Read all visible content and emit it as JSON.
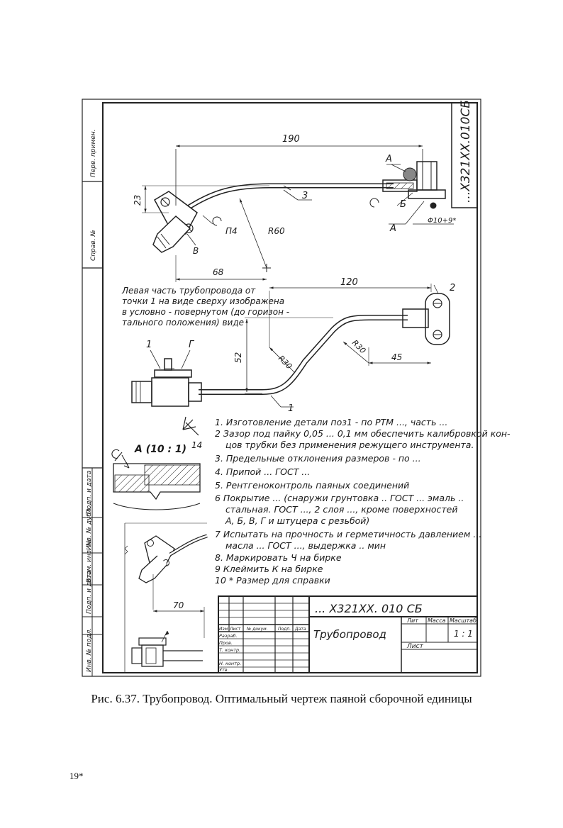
{
  "stamp_vertical": "...X321XX.010СБ",
  "margin_labels": [
    "Перв. примен.",
    "Справ. №",
    "Подп. и дата",
    "Инв. № дубл.",
    "Взам. инв. №",
    "Подп. и дата",
    "Инв. № подл."
  ],
  "dims": {
    "d190": "190",
    "d23": "23",
    "r60": "R60",
    "d68": "68",
    "d120": "120",
    "d52": "52",
    "r30a": "R30",
    "r30b": "R30",
    "d45": "45",
    "d70": "70",
    "phi": "Φ10+9*"
  },
  "callouts": {
    "a_top": "А",
    "b": "Б",
    "a_low": "А",
    "v": "В",
    "p4": "П4",
    "pos3": "3",
    "pos2": "2",
    "pos1a": "1",
    "pos1b": "1",
    "g": "Г",
    "view_a": "А (10 : 1)",
    "n14": "14"
  },
  "note_left": [
    "Левая часть трубопровода от",
    "точки 1 на виде сверху изображена",
    "в условно - повернутом (до горизон -",
    "тального положения) виде"
  ],
  "notes": [
    "1.  Изготовление детали поз1 - по РТМ ..., часть ...",
    "2  Зазор под пайку 0,05 ... 0,1 мм обеспечить калибровкой кон-",
    "цов трубки без применения режущего инструмента.",
    "3.  Предельные отклонения размеров - по ...",
    "4.  Припой ...  ГОСТ ...",
    "5.  Рентгеноконтроль паяных соединений",
    "6  Покрытие ... (снаружи грунтовка .. ГОСТ ... эмаль ..",
    "стальная. ГОСТ ..., 2 слоя ..., кроме поверхностей",
    "А, Б, В, Г  и  штуцера  с  резьбой)",
    "7  Испытать на прочность и герметичность давлением ...",
    "масла ... ГОСТ ..., выдержка ..  мин",
    "8.  Маркировать  Ч  на  бирке",
    "9  Клеймить  К  на  бирке",
    "10   *  Размер  для  справки"
  ],
  "title_block": {
    "designation": "... X321XX. 010 СБ",
    "name": "Трубопровод",
    "col_lit": "Лит",
    "col_mass": "Масса",
    "col_scale": "Масштаб",
    "scale": "1 : 1",
    "sheet": "Лист",
    "row_headers": [
      "Изм",
      "Лист",
      "№ докум.",
      "Подп.",
      "Дата"
    ],
    "roles": [
      "Разраб.",
      "Пров.",
      "Т. контр.",
      "Н. контр.",
      "Утв."
    ]
  },
  "caption": "Рис. 6.37. Трубопровод. Оптимальный чертеж паяной сборочной единицы",
  "page_number": "19*"
}
